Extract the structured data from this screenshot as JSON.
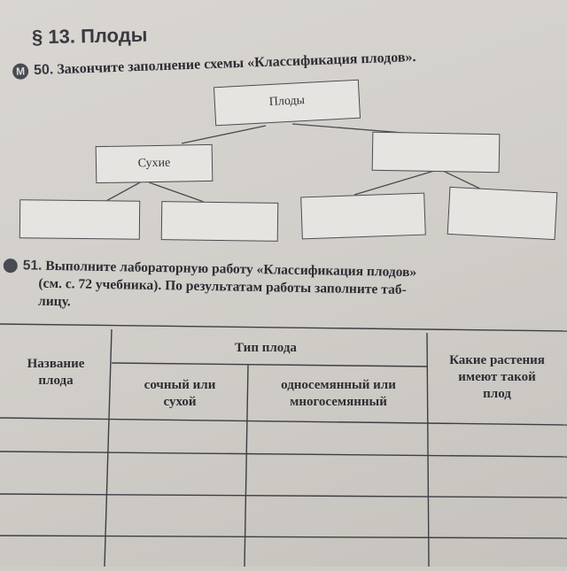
{
  "section": {
    "title": "§ 13. Плоды"
  },
  "task50": {
    "badge": "М",
    "number": "50.",
    "text": "Закончите заполнение схемы «Классификация плодов»."
  },
  "scheme": {
    "root": "Плоды",
    "left": "Сухие",
    "right": "",
    "leaves": [
      "",
      "",
      "",
      ""
    ]
  },
  "task51": {
    "number": "51.",
    "line1": "Выполните лабораторную работу «Классификация плодов»",
    "line2": "(см. с. 72 учебника). По результатам работы заполните таб-",
    "line3": "лицу."
  },
  "table": {
    "col_name": [
      "Название",
      "плода"
    ],
    "col_type": "Тип плода",
    "sub1": [
      "сочный или",
      "сухой"
    ],
    "sub2": [
      "односемянный или",
      "многосемянный"
    ],
    "col_plants": [
      "Какие растения",
      "имеют такой",
      "плод"
    ],
    "rows": [
      [
        "",
        "",
        "",
        ""
      ],
      [
        "",
        "",
        "",
        ""
      ],
      [
        "",
        "",
        "",
        ""
      ],
      [
        "",
        "",
        "",
        ""
      ]
    ]
  }
}
